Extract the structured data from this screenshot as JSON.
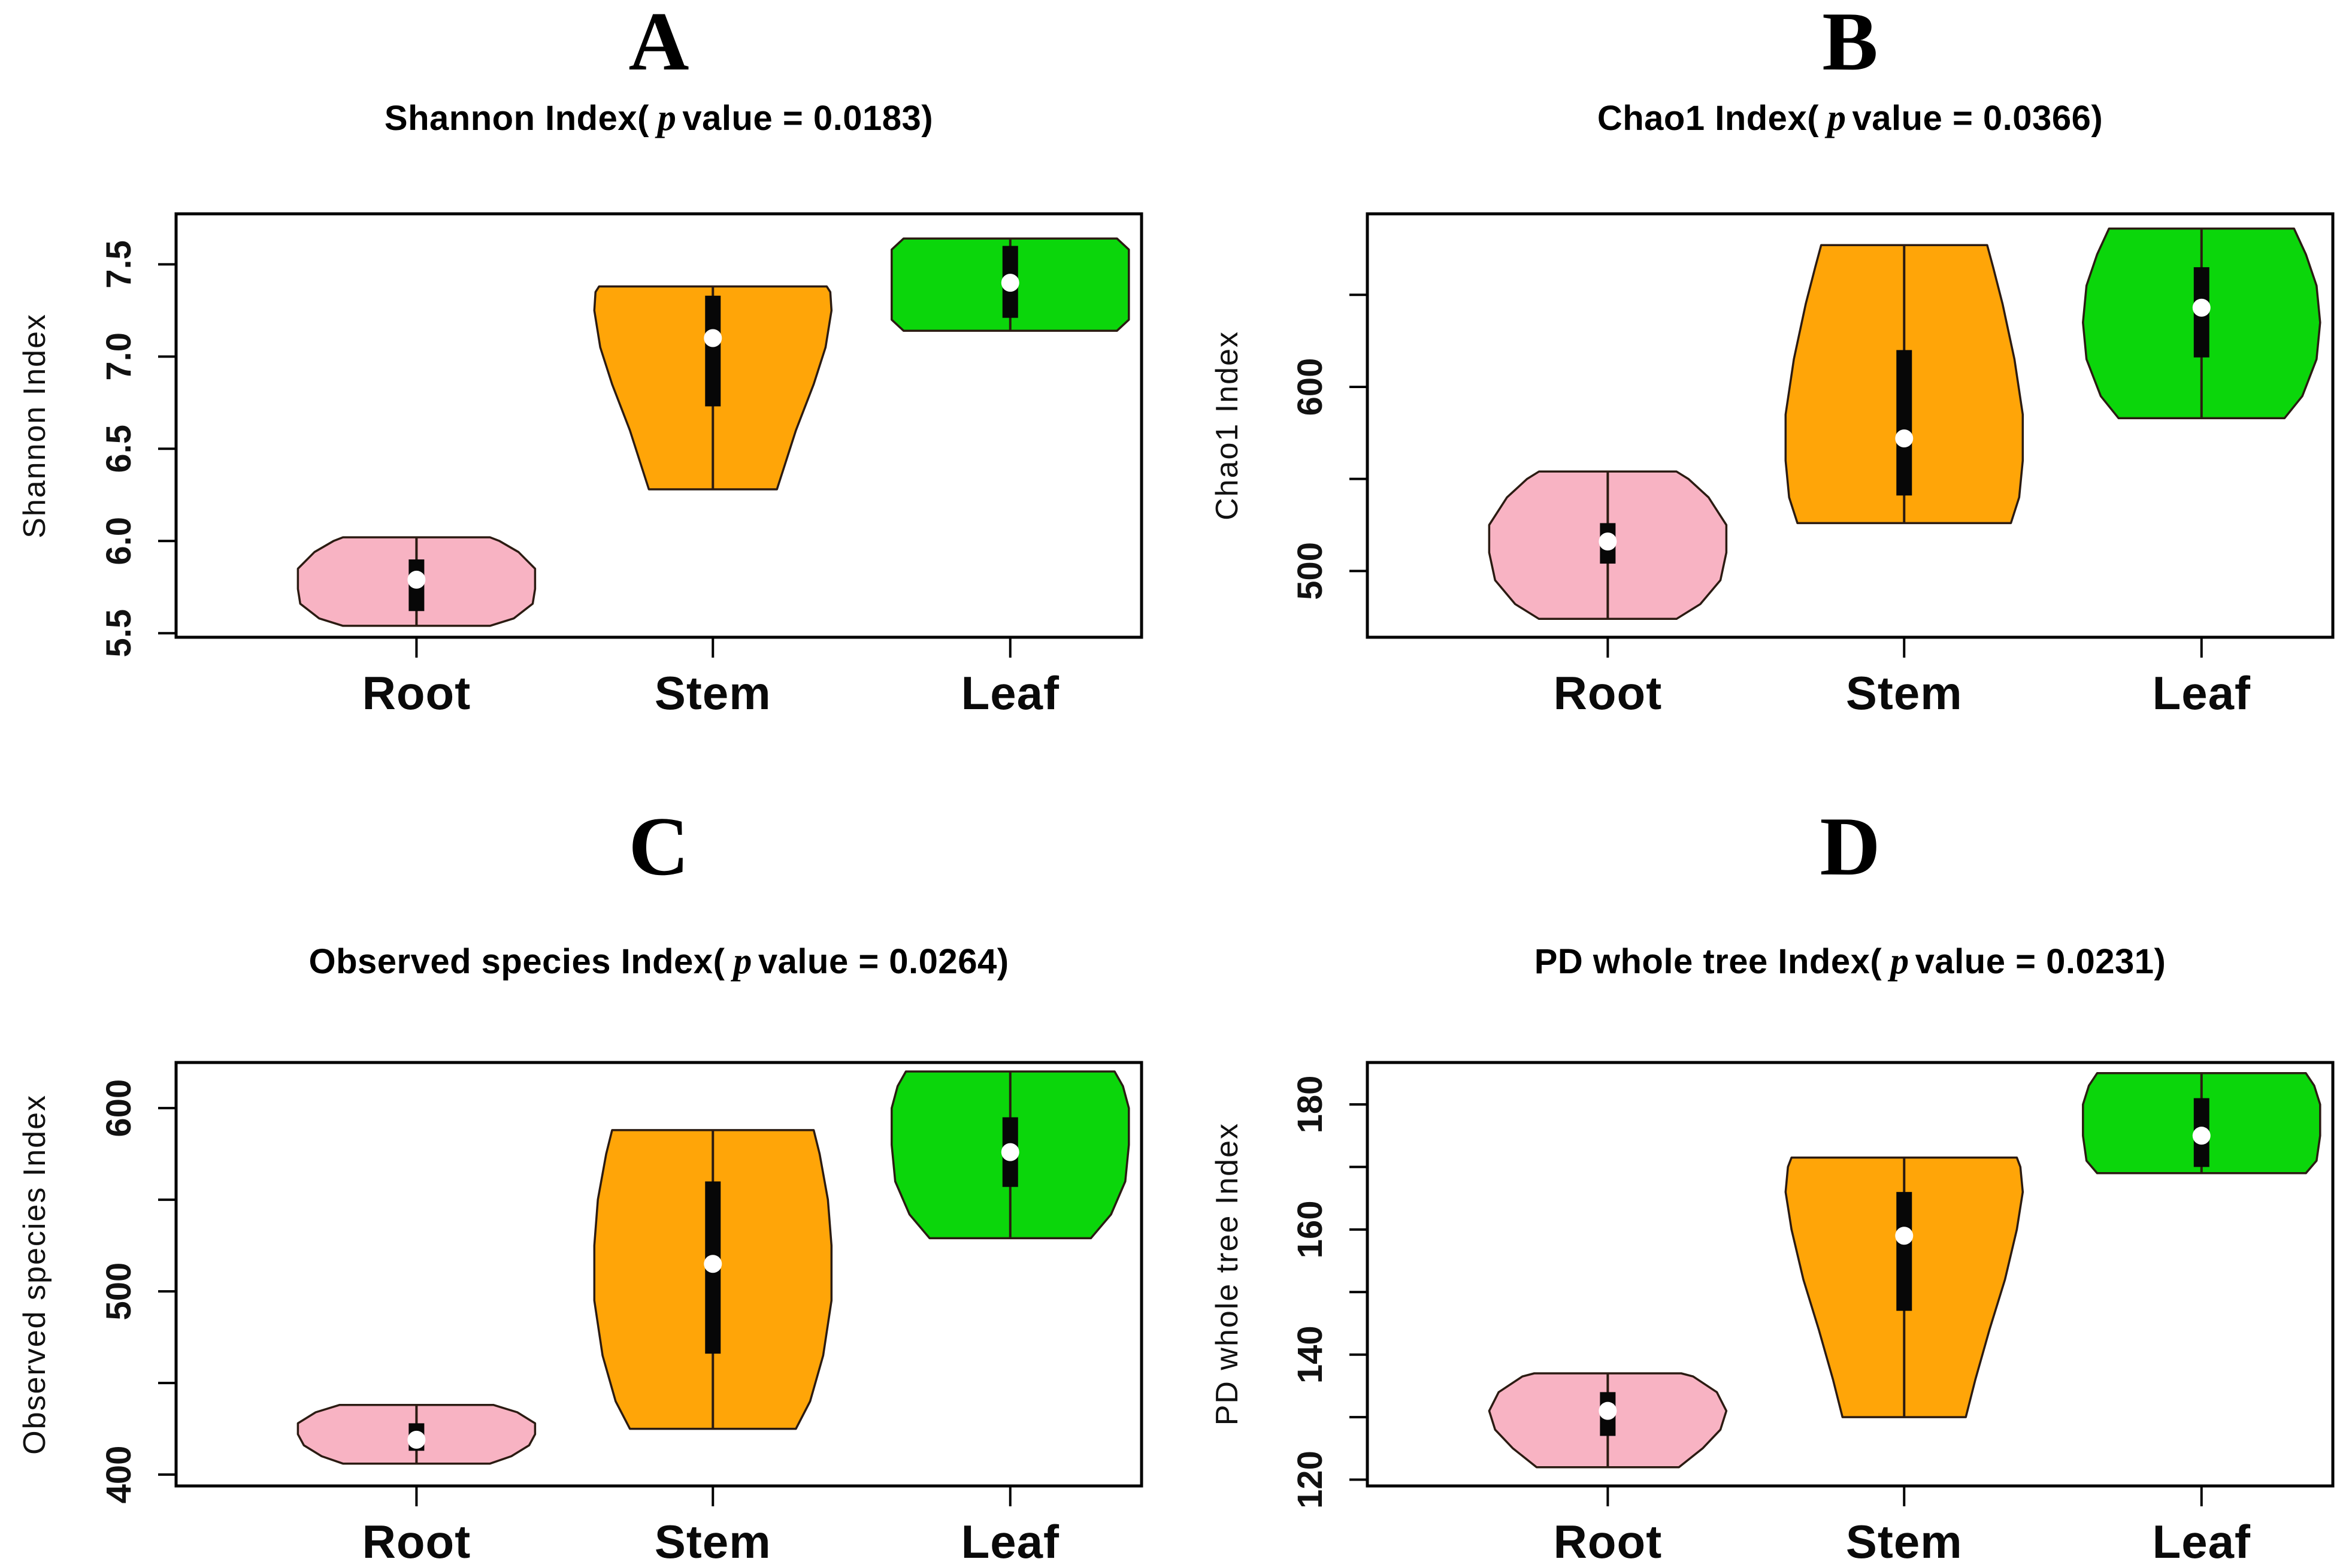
{
  "figure": {
    "background": "#FFFFFF"
  },
  "panels": [
    {
      "letter": "A",
      "title_prefix": "Shannon Index(",
      "title_p": "p",
      "title_suffix": "value = 0.0183)",
      "ylabel": "Shannon Index"
    },
    {
      "letter": "B",
      "title_prefix": "Chao1 Index(",
      "title_p": "p",
      "title_suffix": "value = 0.0366)",
      "ylabel": "Chao1 Index"
    },
    {
      "letter": "C",
      "title_prefix": "Observed species Index(",
      "title_p": "p",
      "title_suffix": "value = 0.0264)",
      "ylabel": "Observed species Index"
    },
    {
      "letter": "D",
      "title_prefix": "PD whole tree Index(",
      "title_p": "p",
      "title_suffix": "value = 0.0231)",
      "ylabel": "PD whole tree Index"
    }
  ],
  "chart_data": [
    {
      "type": "violin",
      "title": "Shannon Index(p value = 0.0183)",
      "p_value": 0.0183,
      "ylabel": "Shannon Index",
      "xlabel": "",
      "grid": false,
      "categories": [
        "Root",
        "Stem",
        "Leaf"
      ],
      "colors": [
        "#F8B3C3",
        "#FFA508",
        "#0BD60B"
      ],
      "outline_color": "#2B1B12",
      "ylim": [
        5.478,
        7.774
      ],
      "yticks": [
        5.5,
        6.0,
        6.5,
        7.0,
        7.5
      ],
      "ytick_labels": [
        "5.5",
        "6.0",
        "6.5",
        "7.0",
        "7.5"
      ],
      "violins": [
        {
          "category": "Root",
          "min": 5.54,
          "max": 6.02,
          "q1": 5.62,
          "q3": 5.9,
          "median": 5.79,
          "shape": [
            [
              5.54,
              0.62
            ],
            [
              5.58,
              0.82
            ],
            [
              5.66,
              0.98
            ],
            [
              5.74,
              1.0
            ],
            [
              5.85,
              1.0
            ],
            [
              5.94,
              0.86
            ],
            [
              6.0,
              0.7
            ],
            [
              6.02,
              0.62
            ]
          ]
        },
        {
          "category": "Stem",
          "min": 6.28,
          "max": 7.38,
          "q1": 6.73,
          "q3": 7.33,
          "median": 7.1,
          "shape": [
            [
              6.28,
              0.54
            ],
            [
              6.4,
              0.6
            ],
            [
              6.6,
              0.7
            ],
            [
              6.85,
              0.85
            ],
            [
              7.05,
              0.95
            ],
            [
              7.25,
              1.0
            ],
            [
              7.35,
              0.99
            ],
            [
              7.38,
              0.96
            ]
          ]
        },
        {
          "category": "Leaf",
          "min": 7.14,
          "max": 7.64,
          "q1": 7.21,
          "q3": 7.6,
          "median": 7.4,
          "shape": [
            [
              7.14,
              0.9
            ],
            [
              7.2,
              1.0
            ],
            [
              7.4,
              1.0
            ],
            [
              7.58,
              1.0
            ],
            [
              7.64,
              0.9
            ]
          ]
        }
      ]
    },
    {
      "type": "violin",
      "title": "Chao1 Index(p value = 0.0366)",
      "p_value": 0.0366,
      "ylabel": "Chao1 Index",
      "xlabel": "",
      "grid": false,
      "categories": [
        "Root",
        "Stem",
        "Leaf"
      ],
      "colors": [
        "#F8B3C3",
        "#FFA508",
        "#0BD60B"
      ],
      "outline_color": "#2B1B12",
      "ylim": [
        464,
        694
      ],
      "yticks": [
        500,
        550,
        600,
        650
      ],
      "ytick_labels": [
        "500",
        null,
        "600",
        null
      ],
      "violins": [
        {
          "category": "Root",
          "min": 474,
          "max": 554,
          "q1": 504,
          "q3": 526,
          "median": 516,
          "shape": [
            [
              474,
              0.58
            ],
            [
              482,
              0.78
            ],
            [
              495,
              0.95
            ],
            [
              510,
              1.0
            ],
            [
              525,
              1.0
            ],
            [
              540,
              0.85
            ],
            [
              550,
              0.68
            ],
            [
              554,
              0.58
            ]
          ]
        },
        {
          "category": "Stem",
          "min": 526,
          "max": 677,
          "q1": 541,
          "q3": 620,
          "median": 572,
          "shape": [
            [
              526,
              0.9
            ],
            [
              540,
              0.97
            ],
            [
              560,
              1.0
            ],
            [
              585,
              1.0
            ],
            [
              615,
              0.93
            ],
            [
              645,
              0.83
            ],
            [
              665,
              0.75
            ],
            [
              677,
              0.7
            ]
          ]
        },
        {
          "category": "Leaf",
          "min": 583,
          "max": 686,
          "q1": 616,
          "q3": 665,
          "median": 643,
          "shape": [
            [
              583,
              0.7
            ],
            [
              595,
              0.85
            ],
            [
              615,
              0.97
            ],
            [
              635,
              1.0
            ],
            [
              655,
              0.97
            ],
            [
              672,
              0.88
            ],
            [
              686,
              0.78
            ]
          ]
        }
      ]
    },
    {
      "type": "violin",
      "title": "Observed species Index(p value = 0.0264)",
      "p_value": 0.0264,
      "ylabel": "Observed species Index",
      "xlabel": "",
      "grid": false,
      "categories": [
        "Root",
        "Stem",
        "Leaf"
      ],
      "colors": [
        "#F8B3C3",
        "#FFA508",
        "#0BD60B"
      ],
      "outline_color": "#2B1B12",
      "ylim": [
        393.8,
        624.9
      ],
      "yticks": [
        400,
        450,
        500,
        550,
        600
      ],
      "ytick_labels": [
        "400",
        null,
        "500",
        null,
        "600"
      ],
      "violins": [
        {
          "category": "Root",
          "min": 406,
          "max": 438,
          "q1": 413,
          "q3": 428,
          "median": 419,
          "shape": [
            [
              406,
              0.62
            ],
            [
              410,
              0.8
            ],
            [
              416,
              0.95
            ],
            [
              422,
              1.0
            ],
            [
              428,
              1.0
            ],
            [
              434,
              0.85
            ],
            [
              438,
              0.65
            ]
          ]
        },
        {
          "category": "Stem",
          "min": 425,
          "max": 588,
          "q1": 466,
          "q3": 560,
          "median": 515,
          "shape": [
            [
              425,
              0.7
            ],
            [
              440,
              0.82
            ],
            [
              465,
              0.93
            ],
            [
              495,
              1.0
            ],
            [
              525,
              1.0
            ],
            [
              550,
              0.97
            ],
            [
              575,
              0.9
            ],
            [
              588,
              0.85
            ]
          ]
        },
        {
          "category": "Leaf",
          "min": 529,
          "max": 620,
          "q1": 557,
          "q3": 595,
          "median": 576,
          "shape": [
            [
              529,
              0.68
            ],
            [
              542,
              0.85
            ],
            [
              560,
              0.97
            ],
            [
              580,
              1.0
            ],
            [
              600,
              1.0
            ],
            [
              612,
              0.95
            ],
            [
              620,
              0.88
            ]
          ]
        }
      ]
    },
    {
      "type": "violin",
      "title": "PD whole tree Index(p value = 0.0231)",
      "p_value": 0.0231,
      "ylabel": "PD whole tree Index",
      "xlabel": "",
      "grid": false,
      "categories": [
        "Root",
        "Stem",
        "Leaf"
      ],
      "colors": [
        "#F8B3C3",
        "#FFA508",
        "#0BD60B"
      ],
      "outline_color": "#2B1B12",
      "ylim": [
        119,
        186.7
      ],
      "yticks": [
        120,
        130,
        140,
        150,
        160,
        170,
        180
      ],
      "ytick_labels": [
        "120",
        null,
        "140",
        null,
        "160",
        null,
        "180"
      ],
      "violins": [
        {
          "category": "Root",
          "min": 122,
          "max": 137,
          "q1": 127,
          "q3": 134,
          "median": 131,
          "shape": [
            [
              122,
              0.6
            ],
            [
              125,
              0.8
            ],
            [
              128,
              0.95
            ],
            [
              131,
              1.0
            ],
            [
              134,
              0.92
            ],
            [
              136.5,
              0.72
            ],
            [
              137,
              0.62
            ]
          ]
        },
        {
          "category": "Stem",
          "min": 130,
          "max": 171.5,
          "q1": 147,
          "q3": 166,
          "median": 159,
          "shape": [
            [
              130,
              0.52
            ],
            [
              136,
              0.6
            ],
            [
              144,
              0.72
            ],
            [
              152,
              0.85
            ],
            [
              160,
              0.95
            ],
            [
              166,
              1.0
            ],
            [
              170,
              0.98
            ],
            [
              171.5,
              0.95
            ]
          ]
        },
        {
          "category": "Leaf",
          "min": 169,
          "max": 185,
          "q1": 170,
          "q3": 181,
          "median": 175,
          "shape": [
            [
              169,
              0.88
            ],
            [
              171,
              0.97
            ],
            [
              175,
              1.0
            ],
            [
              180,
              1.0
            ],
            [
              183,
              0.95
            ],
            [
              185,
              0.88
            ]
          ]
        }
      ]
    }
  ]
}
